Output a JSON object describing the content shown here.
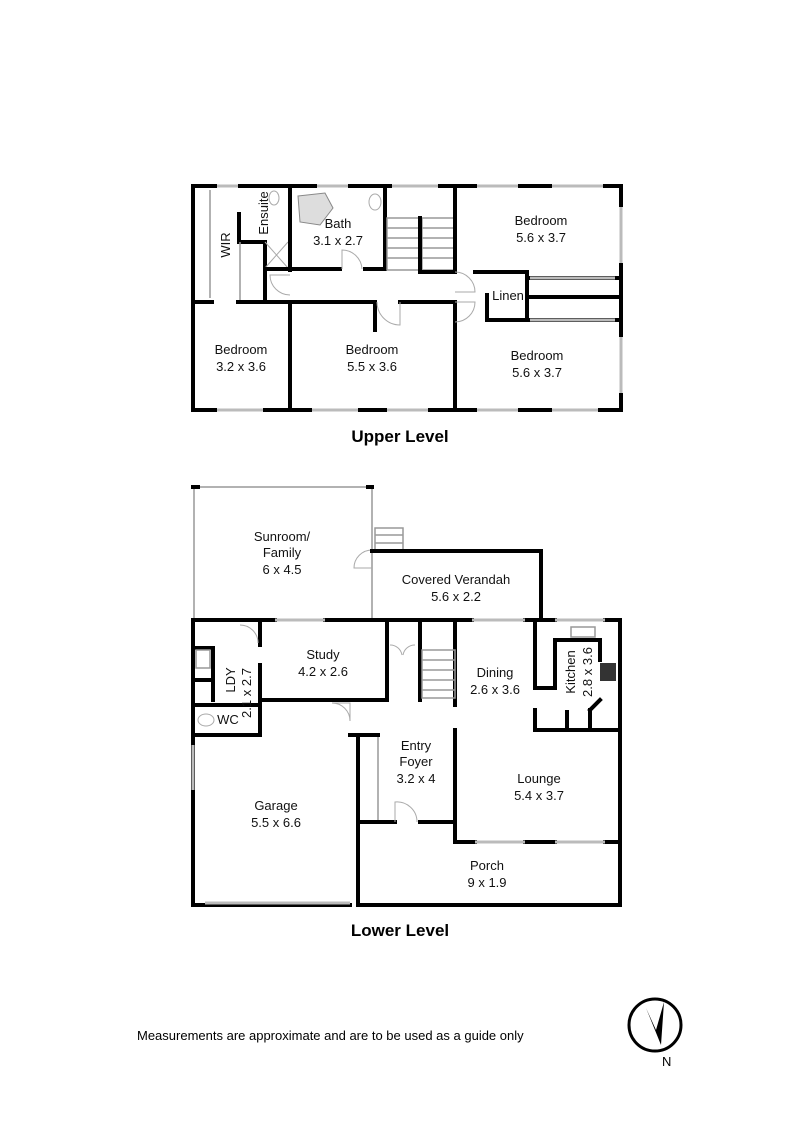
{
  "upper": {
    "title": "Upper Level",
    "rooms": [
      {
        "name": "WIR",
        "size": ""
      },
      {
        "name": "Ensuite",
        "size": ""
      },
      {
        "name": "Bath",
        "size": "3.1 x 2.7"
      },
      {
        "name": "Bedroom",
        "size": "5.6 x 3.7"
      },
      {
        "name": "Linen",
        "size": ""
      },
      {
        "name": "Bedroom",
        "size": "3.2 x 3.6"
      },
      {
        "name": "Bedroom",
        "size": "5.5 x 3.6"
      },
      {
        "name": "Bedroom",
        "size": "5.6 x 3.7"
      }
    ]
  },
  "lower": {
    "title": "Lower Level",
    "rooms": [
      {
        "name": "Sunroom/",
        "name2": "Family",
        "size": "6 x 4.5"
      },
      {
        "name": "Covered Verandah",
        "size": "5.6 x 2.2"
      },
      {
        "name": "LDY",
        "size": "2.1 x 2.7"
      },
      {
        "name": "Study",
        "size": "4.2 x 2.6"
      },
      {
        "name": "Dining",
        "size": "2.6 x 3.6"
      },
      {
        "name": "Kitchen",
        "size": "2.8 x 3.6"
      },
      {
        "name": "WC",
        "size": ""
      },
      {
        "name": "Entry",
        "name2": "Foyer",
        "size": "3.2 x 4"
      },
      {
        "name": "Lounge",
        "size": "5.4 x 3.7"
      },
      {
        "name": "Garage",
        "size": "5.5 x 6.6"
      },
      {
        "name": "Porch",
        "size": "9 x 1.9"
      }
    ]
  },
  "footer": {
    "note": "Measurements are approximate and are to be used as a guide only",
    "compass_label": "N"
  }
}
